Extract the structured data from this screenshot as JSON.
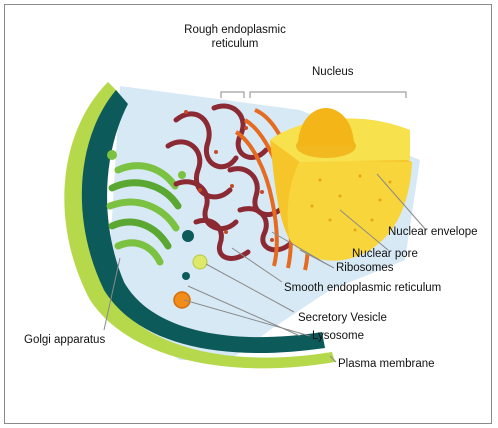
{
  "labels": {
    "rough_er_line1": "Rough endoplasmic",
    "rough_er_line2": "reticulum",
    "nucleus": "Nucleus",
    "nuclear_envelope": "Nuclear envelope",
    "nuclear_pore": "Nuclear pore",
    "ribosomes": "Ribosomes",
    "smooth_er": "Smooth endoplasmic reticulum",
    "secretory_vesicle": "Secretory Vesicle",
    "golgi": "Golgi apparatus",
    "lysosome": "Lysosome",
    "plasma_membrane": "Plasma membrane"
  },
  "colors": {
    "cytoplasm": "#d8e9f6",
    "membrane_dark": "#0d5a5a",
    "membrane_light": "#b6d84b",
    "golgi": "#7cc242",
    "rough_er": "#8c2a34",
    "nucleus": "#f6d53a",
    "nucleolus": "#f3b517",
    "lysosome": "#f28c1a",
    "leader_line": "#8a8a8a"
  }
}
